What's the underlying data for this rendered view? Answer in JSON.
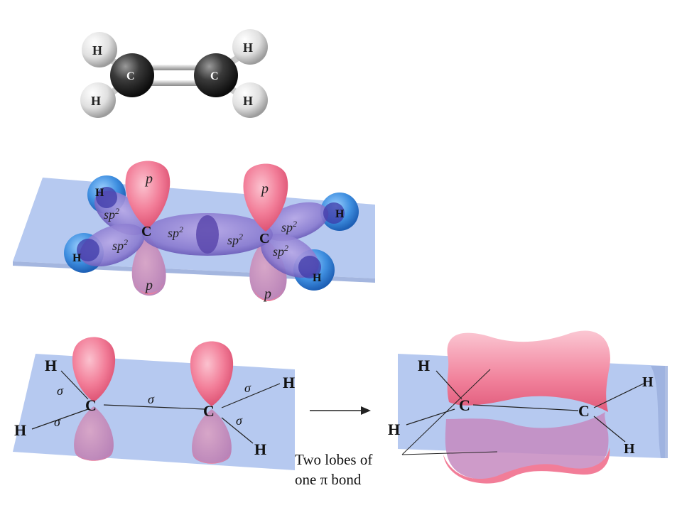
{
  "ball_stick": {
    "carbon_label": "C",
    "hydrogen_label": "H"
  },
  "orbital_diagram": {
    "carbon_label": "C",
    "hydrogen_label": "H",
    "p_label": "p",
    "sp2_label": "sp",
    "sp2_superscript": "2"
  },
  "sigma_diagram": {
    "carbon_label": "C",
    "hydrogen_label": "H",
    "sigma_label": "σ"
  },
  "pi_diagram": {
    "carbon_label": "C",
    "hydrogen_label": "H",
    "caption_line1": "Two lobes of",
    "caption_line2": "one π bond"
  },
  "colors": {
    "plane": "#aec3ee",
    "p_orbital": "#f27d98",
    "sp2_orbital": "#8a7bd0",
    "hydrogen_s": "#3f8fe0",
    "carbon_ball": "#2b2b2b",
    "hydrogen_ball": "#e6e6e6"
  }
}
